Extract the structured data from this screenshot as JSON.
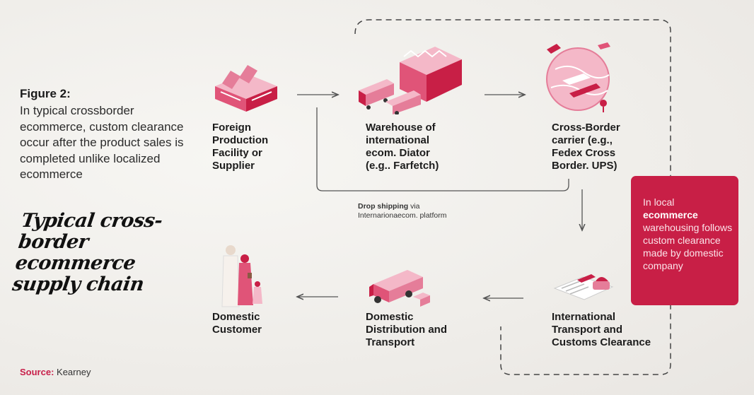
{
  "figure": {
    "title": "Figure 2:",
    "caption": "In typical crossborder ecommerce, custom clearance occur after the product sales is completed unlike localized ecommerce",
    "script_title": "Typical cross-border ecommerce supply chain",
    "source_label": "Source:",
    "source_value": "Kearney"
  },
  "nodes": {
    "supplier": "Foreign Production Facility or Supplier",
    "warehouse": "Warehouse of international ecom. Diator (e.g.. Farfetch)",
    "carrier": "Cross-Border carrier (e.g., Fedex Cross Border. UPS)",
    "customs": "International Transport and Customs Clearance",
    "distribution": "Domestic Distribution and Transport",
    "customer": "Domestic Customer"
  },
  "dropship": {
    "bold": "Drop shipping",
    "rest_line1": " via",
    "line2": "Internarionaecom. platform"
  },
  "callout": {
    "pre": "In local",
    "bold": "ecommerce",
    "post": "warehousing follows custom clearance made by domestic company"
  },
  "colors": {
    "accent": "#c81f46",
    "pink_light": "#f4b8c8",
    "pink_mid": "#e57d99",
    "line": "#555555"
  }
}
